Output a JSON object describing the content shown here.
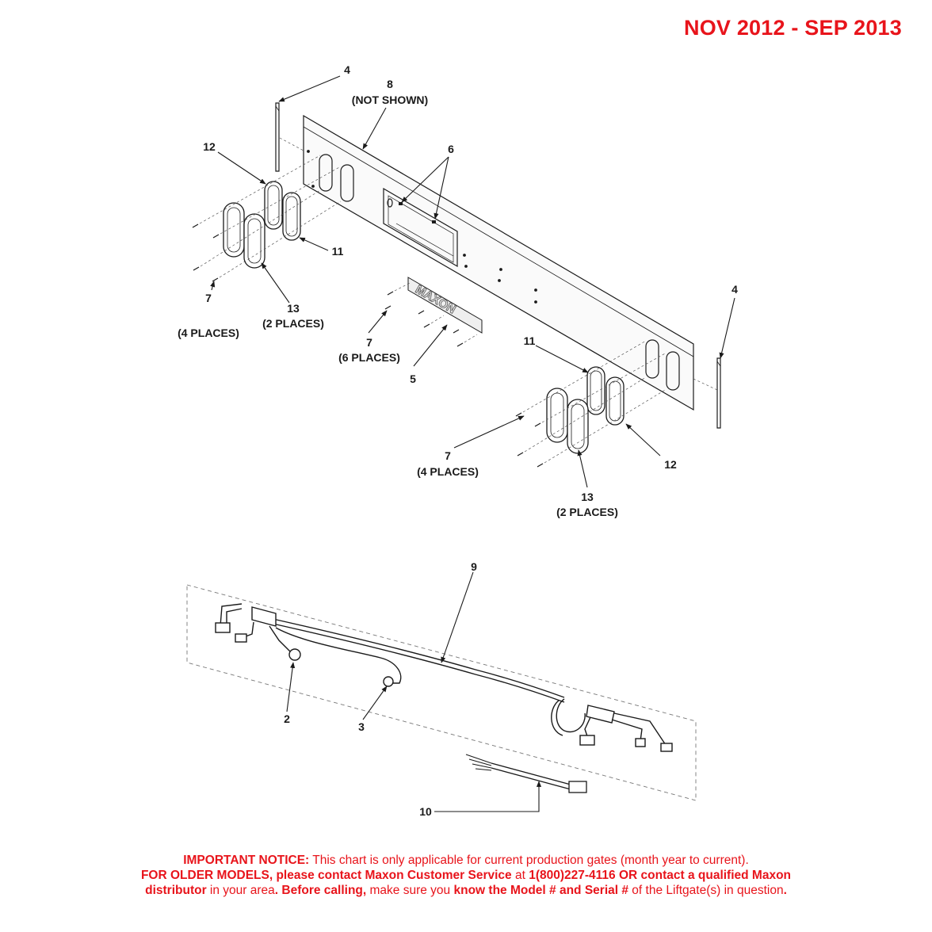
{
  "header": {
    "date_range": "NOV 2012 - SEP 2013"
  },
  "callouts": {
    "c4_top": "4",
    "c8": "8",
    "c8_note": "(NOT SHOWN)",
    "c6": "6",
    "c12_left": "12",
    "c11_left": "11",
    "c7_left": "7",
    "c7_left_note": "(4 PLACES)",
    "c13_left": "13",
    "c13_left_note": "(2 PLACES)",
    "c7_mid": "7",
    "c7_mid_note": "(6 PLACES)",
    "c5": "5",
    "c4_right": "4",
    "c11_right": "11",
    "c7_right": "7",
    "c7_right_note": "(4 PLACES)",
    "c12_right": "12",
    "c13_right": "13",
    "c13_right_note": "(2 PLACES)",
    "c9": "9",
    "c2": "2",
    "c3": "3",
    "c10": "10"
  },
  "logo_text": "MAXON",
  "notice": {
    "l1_bold": "IMPORTANT NOTICE:",
    "l1_rest": " This chart is only applicable for current production gates (month year to current).",
    "l2_bold1": "FOR OLDER MODELS, please contact Maxon Customer Service",
    "l2_mid": " at ",
    "l2_bold2": "1(800)227-4116 OR contact a qualified Maxon",
    "l3_bold1": "distributor",
    "l3_mid1": " in your area",
    "l3_bold2": ". Before calling,",
    "l3_mid2": " make sure you ",
    "l3_bold3": "know the Model # and Serial #",
    "l3_mid3": " of the Liftgate(s) in question",
    "l3_end": "."
  },
  "colors": {
    "accent_red": "#e8141b",
    "line": "#1a1a1a"
  }
}
